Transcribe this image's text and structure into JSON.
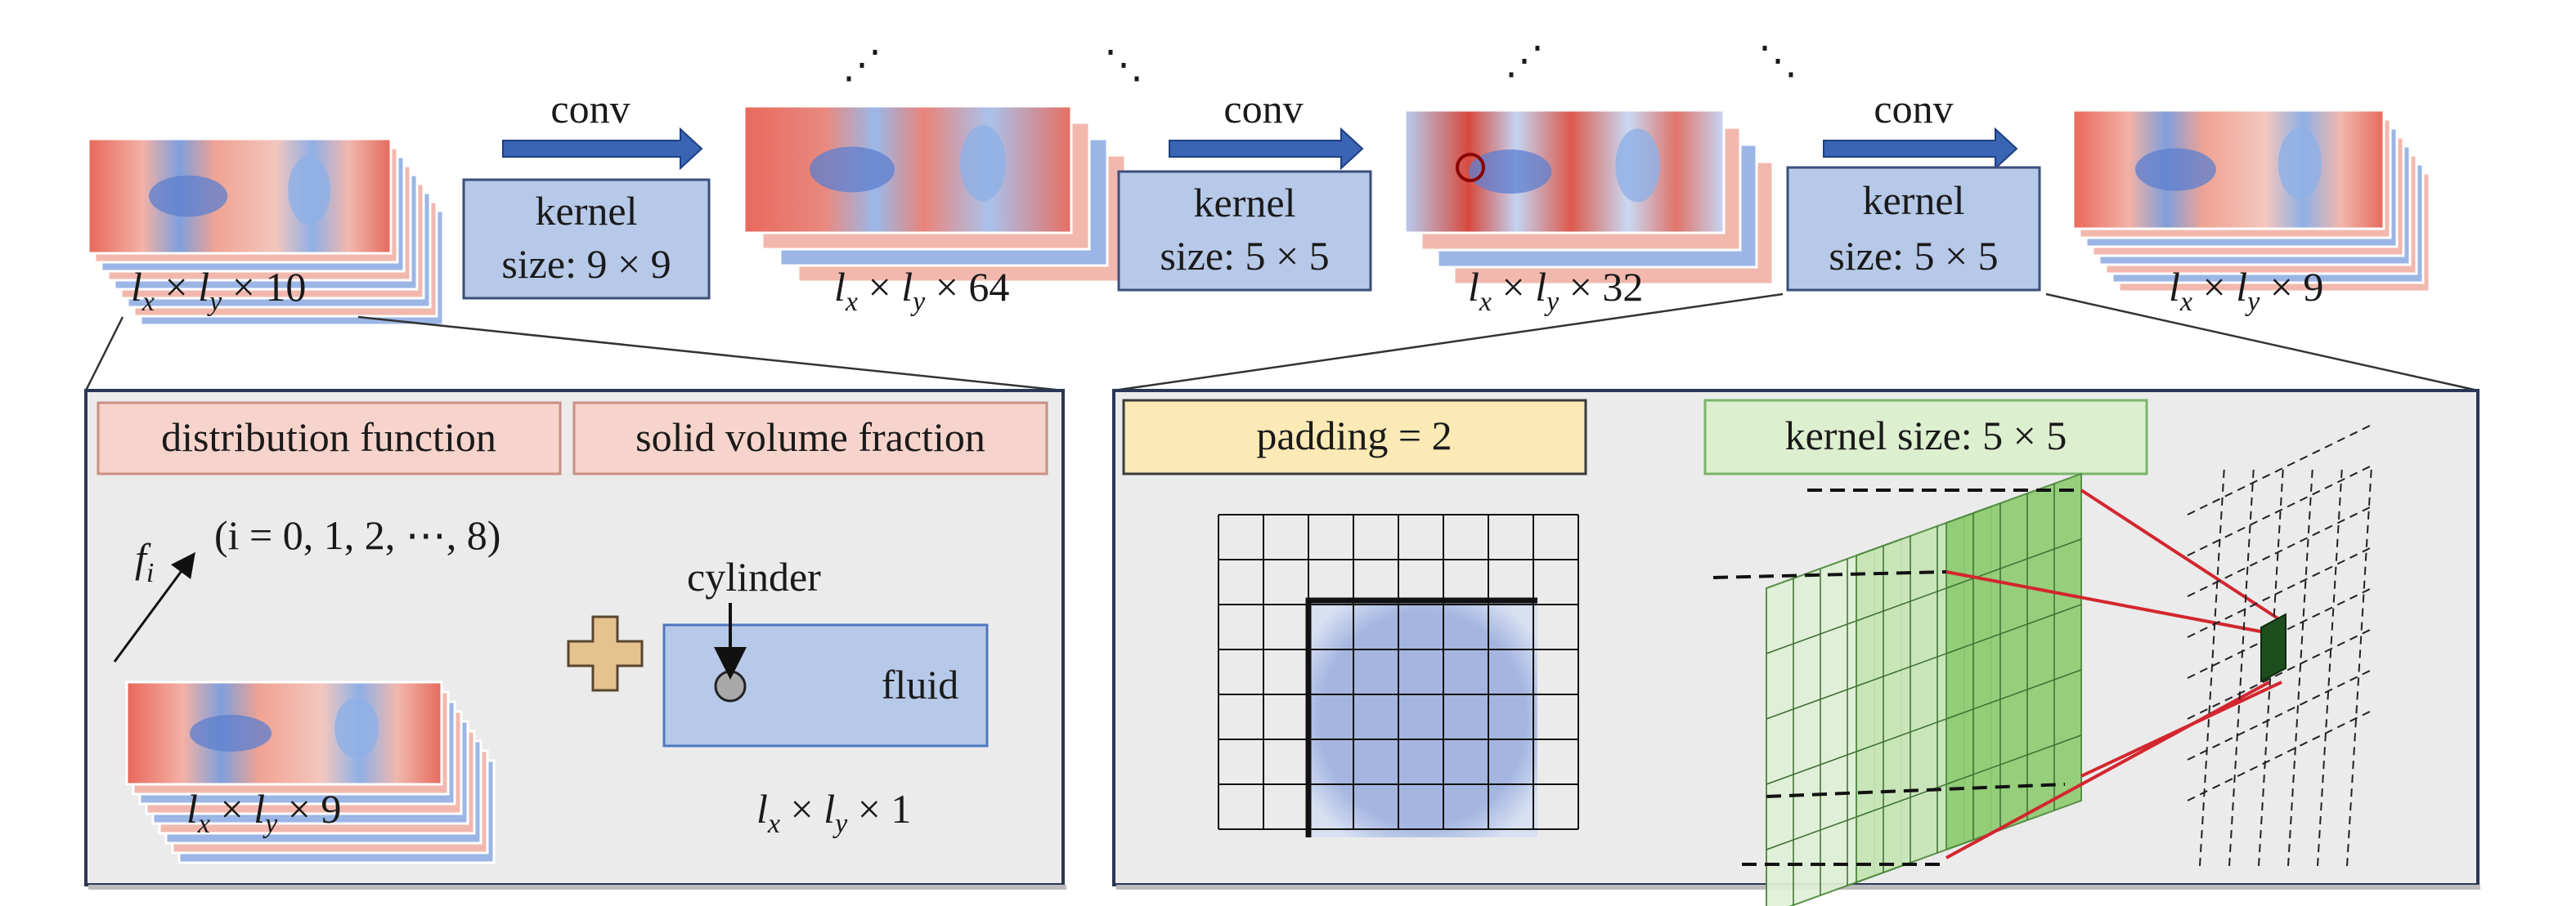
{
  "top": {
    "arrow_label": "conv",
    "kernel_word": "kernel",
    "kernels": [
      "size: 9 × 9",
      "size: 5 × 5",
      "size: 5 × 5"
    ],
    "dims": [
      {
        "sub_prefix": " × ",
        "sub_suffix": " × 10"
      },
      {
        "sub_prefix": " × ",
        "sub_suffix": " × 64"
      },
      {
        "sub_prefix": " × ",
        "sub_suffix": " × 32"
      },
      {
        "sub_prefix": " × ",
        "sub_suffix": " × 9"
      }
    ]
  },
  "left_panel": {
    "tag_distribution": "distribution function",
    "tag_solid": "solid volume fraction",
    "index_label": "(i = 0, 1, 2, ⋯, 8)",
    "cylinder_label": "cylinder",
    "fluid_label": "fluid",
    "stack_dim_suffix": " × 9",
    "fluid_dim_suffix": " × 1"
  },
  "right_panel": {
    "padding_tag": "padding = 2",
    "kernel_tag": "kernel size: 5 × 5"
  },
  "colors": {
    "field_red": "#e8685a",
    "field_blue": "#8fb0e6",
    "kernel_box": "#b7c9e8",
    "arrow": "#3a64b4",
    "pink_tag": "#f6d4cc",
    "yellow_tag": "#fbe9b6",
    "green_tag": "#dcefcf",
    "panel_bg": "#ebebeb"
  }
}
